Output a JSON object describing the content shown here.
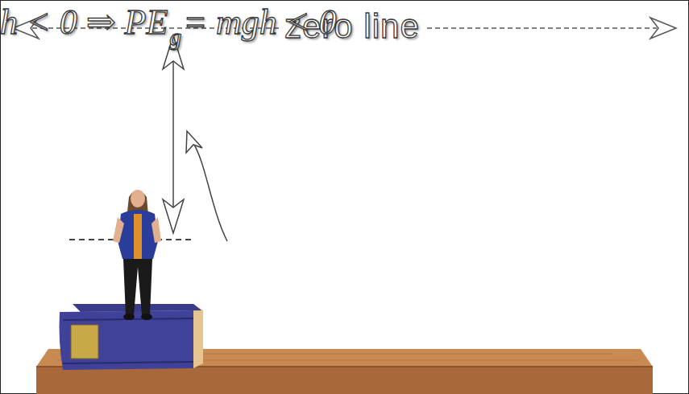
{
  "diagram": {
    "labels": [
      "zero line",
      "h < 0 ⇒ PE",
      "g",
      "= mgh < 0"
    ]
  }
}
